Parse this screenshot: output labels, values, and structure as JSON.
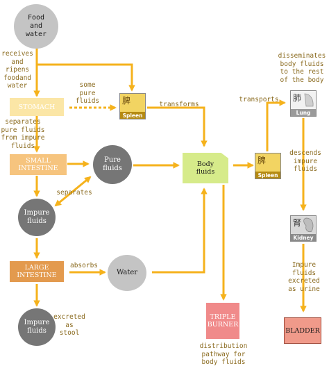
{
  "nodes": {
    "food_water": "Food\nand\nwater",
    "stomach": "STOMACH",
    "spleen_top_label": "Spleen",
    "spleen_top_glyph": "脾",
    "small_intestine": "SMALL\nINTESTINE",
    "pure_fluids": "Pure\nfluids",
    "impure_fluids_1": "Impure\nfluids",
    "large_intestine": "LARGE\nINTESTINE",
    "water": "Water",
    "impure_fluids_2": "Impure\nfluids",
    "body_fluids": "Body\nfluids",
    "spleen_right_label": "Spleen",
    "spleen_right_glyph": "脾",
    "lung_label": "Lung",
    "lung_glyph": "肺",
    "kidney_label": "Kidney",
    "kidney_glyph": "腎",
    "triple_burner": "TRIPLE\nBURNER",
    "bladder": "BLADDER"
  },
  "edge_labels": {
    "receives": "receives\nand\nripens\nfoodand\nwater",
    "some_pure": "some\npure\nfluids",
    "transforms": "transforms",
    "separates_pure": "separates\npure fluids\nfrom impure\nfluids",
    "separates": "separates",
    "absorbs": "absorbs",
    "excreted_stool": "excreted\nas\nstool",
    "transports": "transports",
    "disseminates": "disseminates\nbody fluids\nto the rest\nof the body",
    "descends": "descends\nimpure\nfluids",
    "excreted_urine": "Impure\nfluids\nexcreted\nas urine",
    "distribution": "distribution\npathway for\nbody fluids"
  },
  "colors": {
    "arrow": "#f5b21c",
    "stomach_fill": "#fbe6a6",
    "stomach_text": "#ffffff",
    "small_intestine_fill": "#f6c47e",
    "large_intestine_fill": "#e39a4e",
    "body_fluids_fill": "#d6eb8a",
    "triple_burner_fill": "#f08a8a",
    "bladder_fill": "#f09a8a",
    "spleen_fill": "#f2d462",
    "organ_bar": "#9a9a9a",
    "label_text": "#8a6a1e"
  }
}
